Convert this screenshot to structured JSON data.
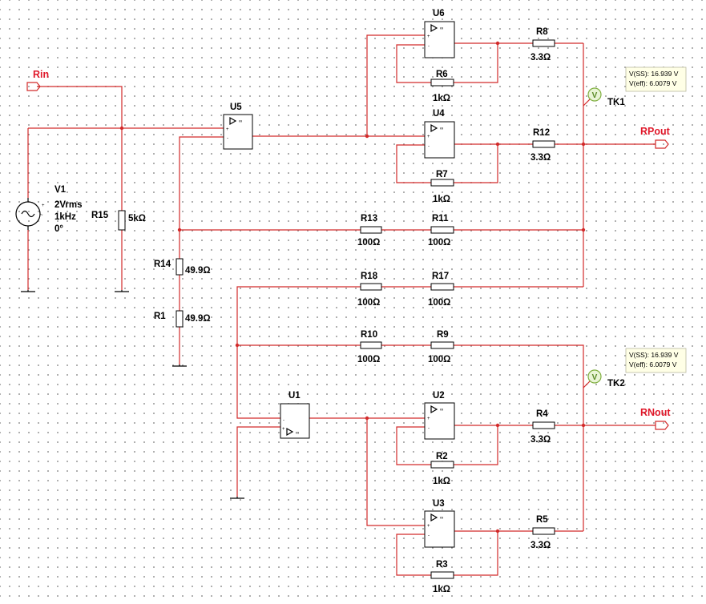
{
  "sheet": {
    "net_labels": {
      "rin": "Rin",
      "rpout": "RPout",
      "rnout": "RNout"
    },
    "opamps": {
      "u1": "U1",
      "u2": "U2",
      "u3": "U3",
      "u4": "U4",
      "u5": "U5",
      "u6": "U6"
    },
    "source": {
      "name": "V1",
      "amplitude": "2Vrms",
      "frequency": "1kHz",
      "phase": "0°"
    },
    "resistors": {
      "r1": {
        "name": "R1",
        "value": "49.9Ω"
      },
      "r2": {
        "name": "R2",
        "value": "1kΩ"
      },
      "r3": {
        "name": "R3",
        "value": "1kΩ"
      },
      "r4": {
        "name": "R4",
        "value": "3.3Ω"
      },
      "r5": {
        "name": "R5",
        "value": "3.3Ω"
      },
      "r6": {
        "name": "R6",
        "value": "1kΩ"
      },
      "r7": {
        "name": "R7",
        "value": "1kΩ"
      },
      "r8": {
        "name": "R8",
        "value": "3.3Ω"
      },
      "r9": {
        "name": "R9",
        "value": "100Ω"
      },
      "r10": {
        "name": "R10",
        "value": "100Ω"
      },
      "r11": {
        "name": "R11",
        "value": "100Ω"
      },
      "r12": {
        "name": "R12",
        "value": "3.3Ω"
      },
      "r13": {
        "name": "R13",
        "value": "100Ω"
      },
      "r14": {
        "name": "R14",
        "value": "49.9Ω"
      },
      "r15": {
        "name": "R15",
        "value": "5kΩ"
      },
      "r17": {
        "name": "R17",
        "value": "100Ω"
      },
      "r18": {
        "name": "R18",
        "value": "100Ω"
      }
    },
    "probes": {
      "tk1": {
        "name": "TK1",
        "vss": "V(SS): 16.939 V",
        "veff": "V(eff): 6.0079 V"
      },
      "tk2": {
        "name": "TK2",
        "vss": "V(SS): 16.939 V",
        "veff": "V(eff): 6.0079 V"
      }
    },
    "opamp_symbol": {
      "plus": "+",
      "minus": "-",
      "infinity": "∞"
    }
  }
}
